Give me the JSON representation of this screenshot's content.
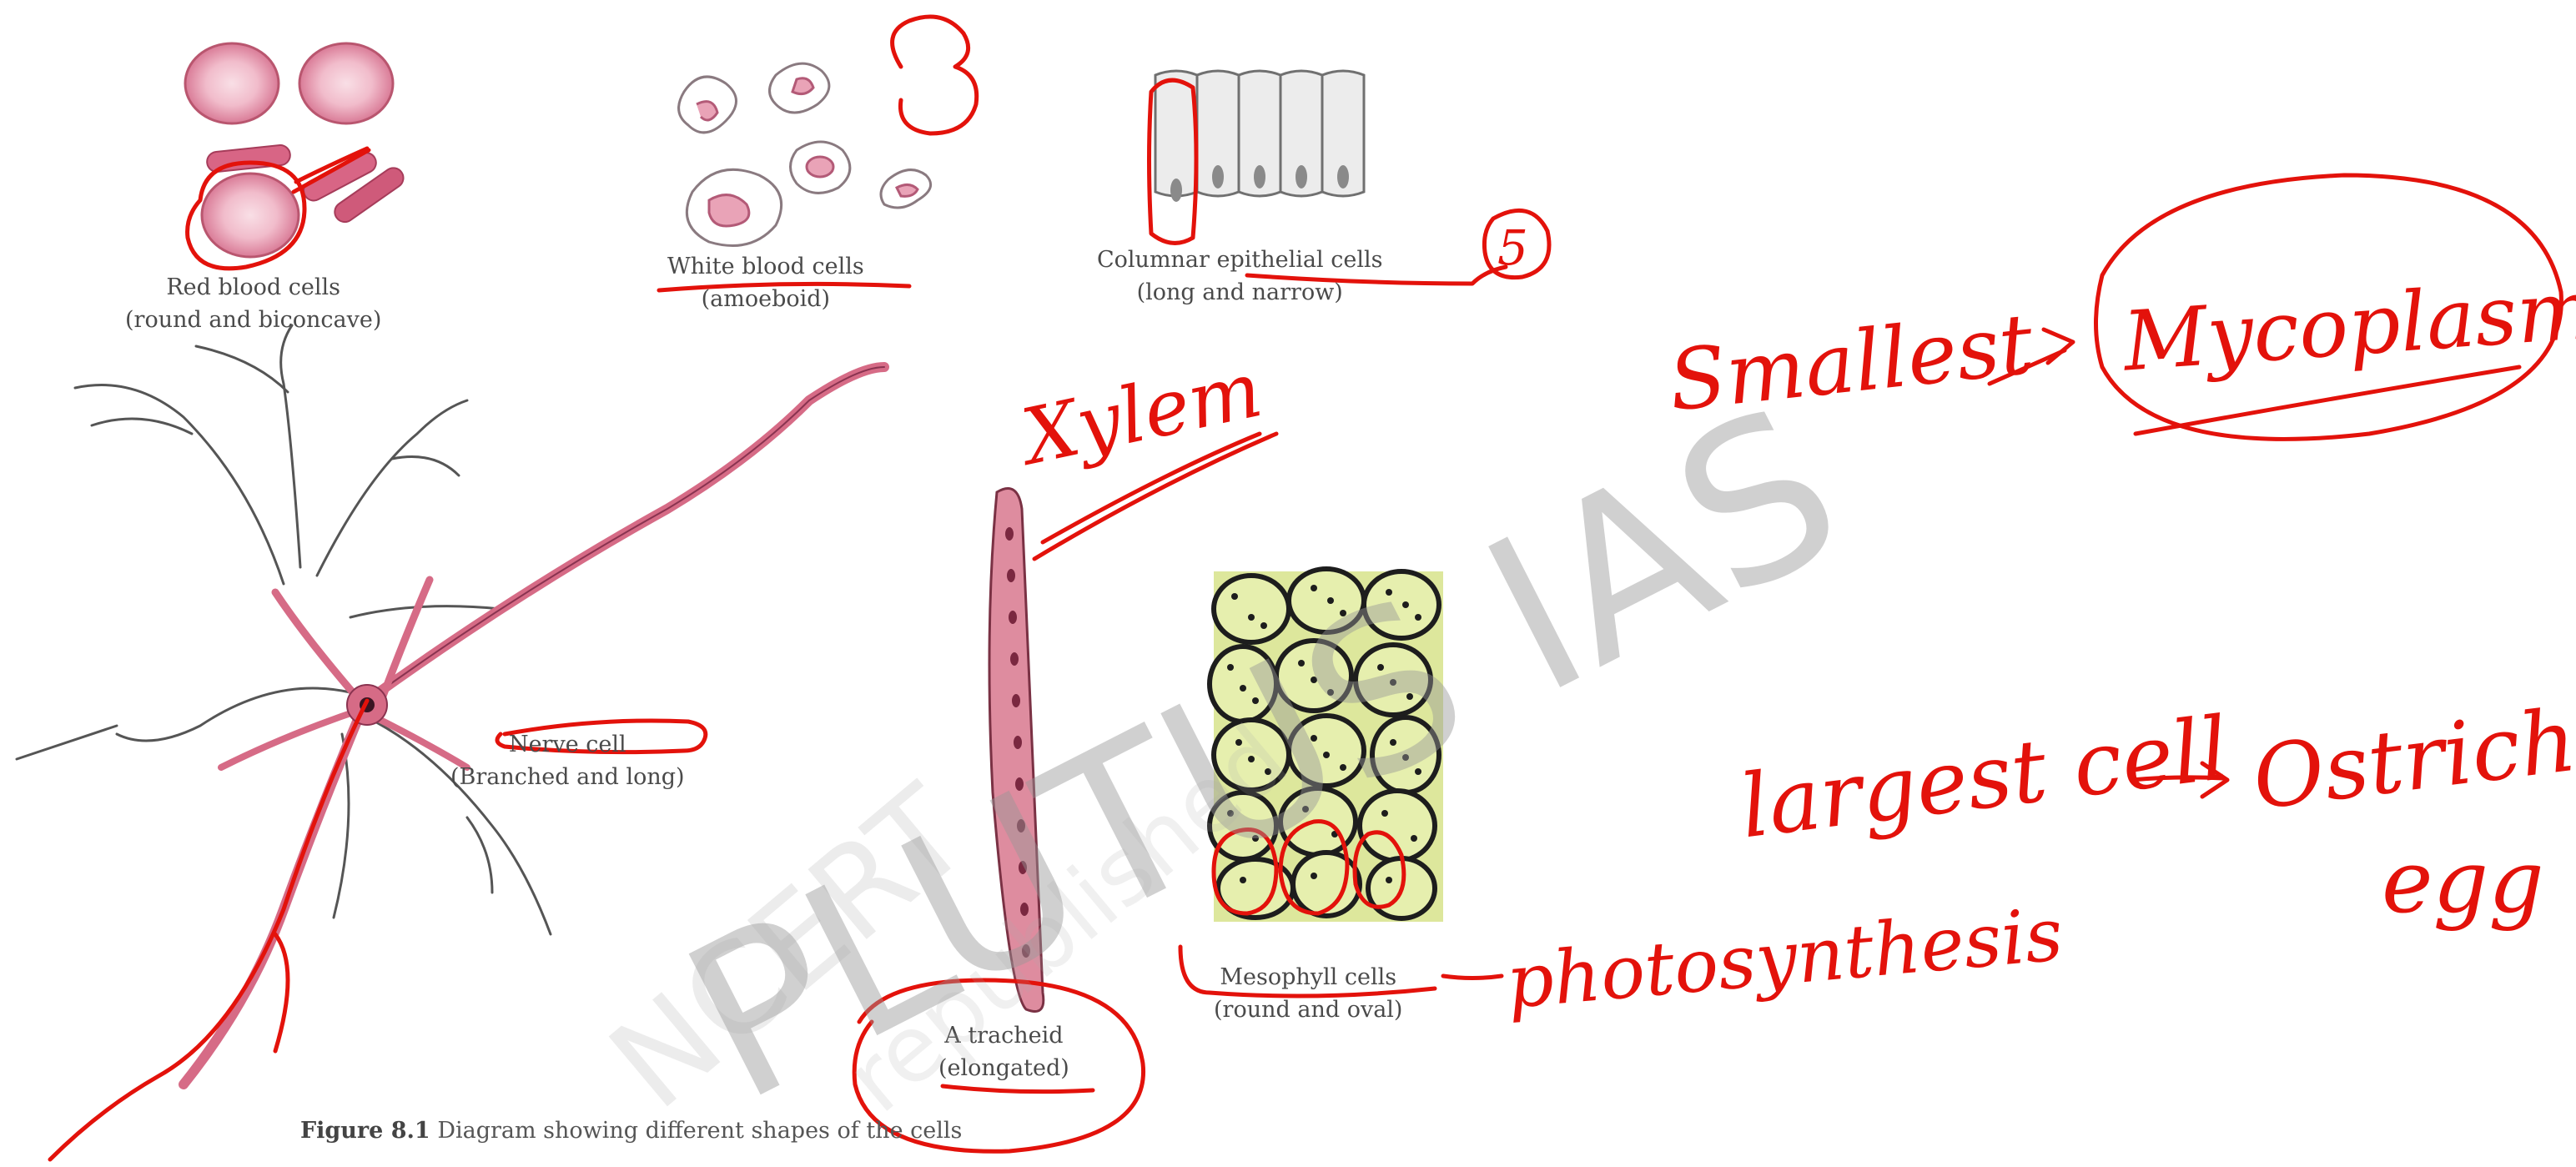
{
  "labels": {
    "rbc": {
      "name": "Red blood cells",
      "desc": "(round and biconcave)"
    },
    "wbc": {
      "name": "White blood cells",
      "desc": "(amoeboid)"
    },
    "epithelial": {
      "name": "Columnar epithelial cells",
      "desc": "(long and narrow)"
    },
    "nerve": {
      "name": "Nerve cell",
      "desc": "(Branched and long)"
    },
    "tracheid": {
      "name": "A tracheid",
      "desc": "(elongated)"
    },
    "mesophyll": {
      "name": "Mesophyll cells",
      "desc": "(round and oval)"
    }
  },
  "caption": {
    "figure": "Figure 8.1",
    "text": "Diagram showing different shapes of the cells"
  },
  "annotations": {
    "five": "5",
    "xylem": "Xylem",
    "smallest": "Smallest",
    "mycoplasma": "Mycoplasma",
    "largest": "largest cell",
    "ostrich": "Ostrich",
    "egg": "egg",
    "photosynthesis": "photosynthesis"
  },
  "watermarks": {
    "main": "PLUTUS IAS",
    "ncert": "NCERT",
    "republished": "republished"
  },
  "colors": {
    "ink": "#e3120b",
    "cell_pink": "#e8a5b8",
    "mesophyll_bg": "#dde79c",
    "watermark": "#c9c9c9"
  }
}
